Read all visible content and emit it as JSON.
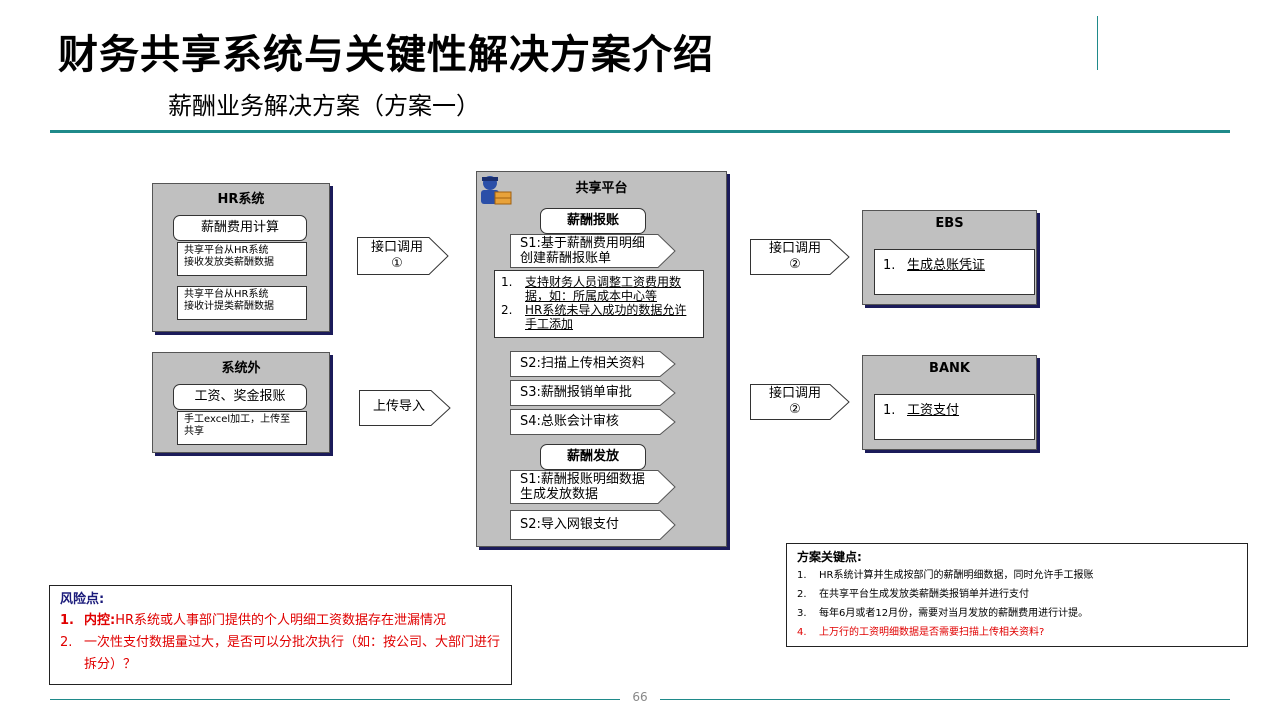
{
  "header": {
    "title": "财务共享系统与关键性解决方案介绍",
    "subtitle": "薪酬业务解决方案（方案一）"
  },
  "hr": {
    "title": "HR系统",
    "pill": "薪酬费用计算",
    "note1": "共享平台从HR系统\n接收发放类薪酬数据",
    "note2": "共享平台从HR系统\n接收计提类薪酬数据"
  },
  "outside": {
    "title": "系统外",
    "pill": "工资、奖金报账",
    "note": "手工excel加工，上传至\n共享"
  },
  "arrows": {
    "a1": "接口调用\n①",
    "a2": "上传导入",
    "a3": "接口调用\n②",
    "a4": "接口调用\n②"
  },
  "platform": {
    "title": "共享平台",
    "sec1": "薪酬报账",
    "s1": "S1:基于薪酬费用明细\n创建薪酬报账单",
    "detail": [
      {
        "num": "1.",
        "text": "支持财务人员调整工资费用数据，如：所属成本中心等"
      },
      {
        "num": "2.",
        "text": "HR系统未导入成功的数据允许手工添加"
      }
    ],
    "s2": "S2:扫描上传相关资料",
    "s3": "S3:薪酬报销单审批",
    "s4": "S4:总账会计审核",
    "sec2": "薪酬发放",
    "p1": "S1:薪酬报账明细数据\n生成发放数据",
    "p2": "S2:导入网银支付"
  },
  "ebs": {
    "title": "EBS",
    "num": "1.",
    "item": "生成总账凭证"
  },
  "bank": {
    "title": "BANK",
    "num": "1.",
    "item": "工资支付"
  },
  "risk": {
    "heading": "风险点:",
    "items": [
      {
        "num": "1.",
        "label": "内控:",
        "text": "HR系统或人事部门提供的个人明细工资数据存在泄漏情况"
      },
      {
        "num": "2.",
        "text": "一次性支付数据量过大，是否可以分批次执行（如：按公司、大部门进行拆分）？"
      }
    ]
  },
  "key": {
    "heading": "方案关键点:",
    "items": [
      {
        "num": "1.",
        "text": "HR系统计算并生成按部门的薪酬明细数据，同时允许手工报账"
      },
      {
        "num": "2.",
        "text": "在共享平台生成发放类薪酬类报销单并进行支付"
      },
      {
        "num": "3.",
        "text": "每年6月或者12月份，需要对当月发放的薪酬费用进行计提。"
      },
      {
        "num": "4.",
        "text": "上万行的工资明细数据是否需要扫描上传相关资料?"
      }
    ]
  },
  "page": {
    "number": "66"
  },
  "colors": {
    "teal": "#1f8a8a",
    "gray": "#c0c0c0",
    "red": "#e00000",
    "shadow": "#1b1b5a"
  }
}
